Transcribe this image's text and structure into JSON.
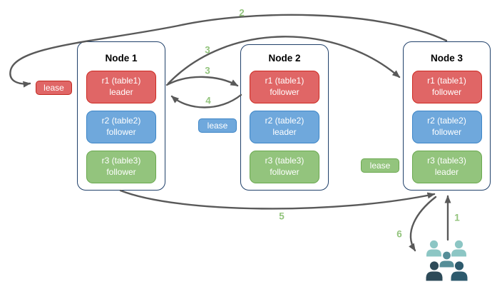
{
  "diagram": {
    "nodes": [
      {
        "title": "Node 1",
        "replicas": [
          {
            "name": "r1 (table1)",
            "role": "leader",
            "color": "#e06666"
          },
          {
            "name": "r2 (table2)",
            "role": "follower",
            "color": "#6fa8dc"
          },
          {
            "name": "r3 (table3)",
            "role": "follower",
            "color": "#93c47d"
          }
        ]
      },
      {
        "title": "Node 2",
        "replicas": [
          {
            "name": "r1 (table1)",
            "role": "follower",
            "color": "#e06666"
          },
          {
            "name": "r2 (table2)",
            "role": "leader",
            "color": "#6fa8dc"
          },
          {
            "name": "r3 (table3)",
            "role": "follower",
            "color": "#93c47d"
          }
        ]
      },
      {
        "title": "Node 3",
        "replicas": [
          {
            "name": "r1 (table1)",
            "role": "follower",
            "color": "#e06666"
          },
          {
            "name": "r2 (table2)",
            "role": "follower",
            "color": "#6fa8dc"
          },
          {
            "name": "r3 (table3)",
            "role": "leader",
            "color": "#93c47d"
          }
        ]
      }
    ],
    "lease_labels": [
      {
        "text": "lease",
        "color": "#e06666"
      },
      {
        "text": "lease",
        "color": "#6fa8dc"
      },
      {
        "text": "lease",
        "color": "#93c47d"
      }
    ],
    "steps": {
      "s1": "1",
      "s2": "2",
      "s3a": "3",
      "s3b": "3",
      "s4": "4",
      "s5": "5",
      "s6": "6"
    },
    "icons": {
      "users": "users-group-icon"
    },
    "colors": {
      "replica_red_fill": "#e06666",
      "replica_red_border": "#cc2a22",
      "replica_blue_fill": "#6fa8dc",
      "replica_blue_border": "#3d85c6",
      "replica_green_fill": "#93c47d",
      "replica_green_border": "#6aa84f",
      "node_border": "#20406a",
      "arrow": "#595959",
      "step_label": "#93c47d",
      "users_light_teal": "#8cc6c4",
      "users_mid_teal": "#568e98",
      "users_dark_left": "#2d4a58",
      "users_dark_right": "#2d5a6d"
    }
  }
}
